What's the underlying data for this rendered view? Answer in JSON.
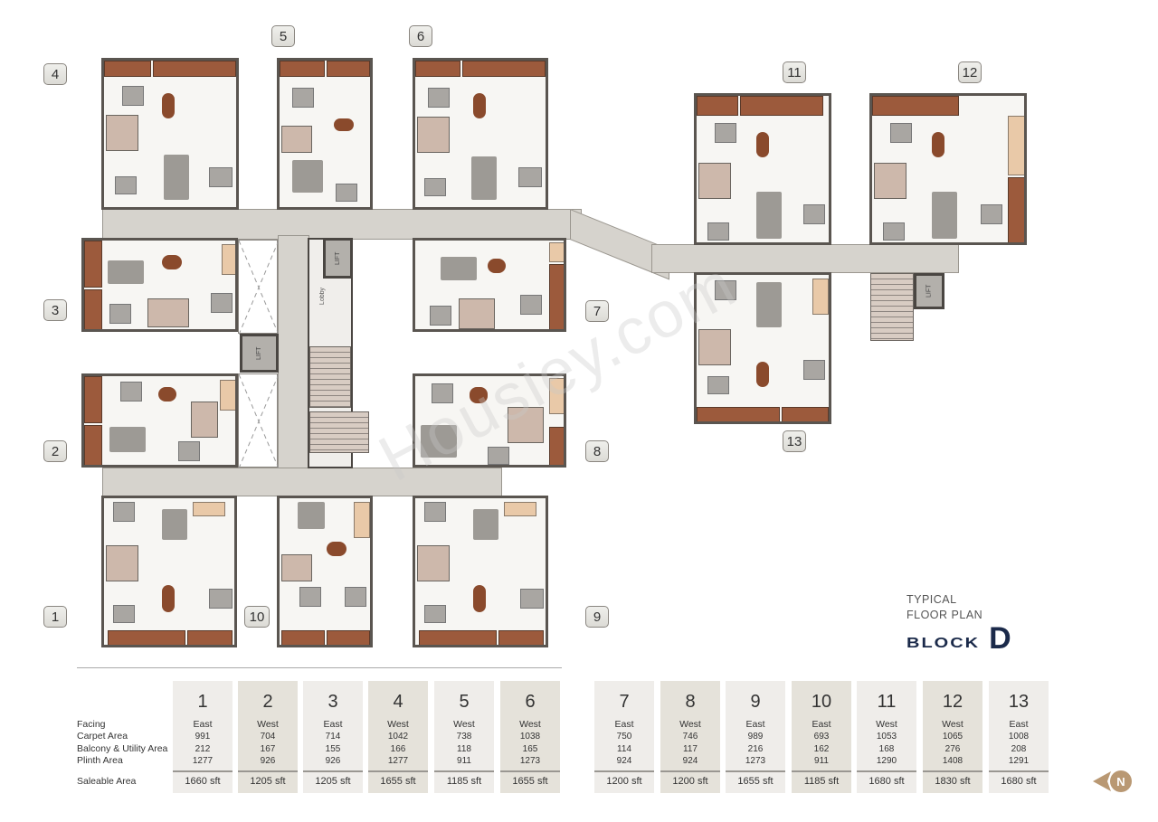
{
  "title": {
    "line1": "TYPICAL",
    "line2": "FLOOR PLAN",
    "block_word": "BLOCK",
    "block_letter": "D"
  },
  "watermark": "Housiey.com",
  "plan": {
    "unit_tags": [
      {
        "id": "1",
        "label": "1"
      },
      {
        "id": "2",
        "label": "2"
      },
      {
        "id": "3",
        "label": "3"
      },
      {
        "id": "4",
        "label": "4"
      },
      {
        "id": "5",
        "label": "5"
      },
      {
        "id": "6",
        "label": "6"
      },
      {
        "id": "7",
        "label": "7"
      },
      {
        "id": "8",
        "label": "8"
      },
      {
        "id": "9",
        "label": "9"
      },
      {
        "id": "10",
        "label": "10"
      },
      {
        "id": "11",
        "label": "11"
      },
      {
        "id": "12",
        "label": "12"
      },
      {
        "id": "13",
        "label": "13"
      }
    ],
    "core_labels": {
      "lift": "LIFT",
      "lobby": "Lobby"
    }
  },
  "table": {
    "row_labels": {
      "facing": "Facing",
      "carpet": "Carpet Area",
      "balcony": "Balcony & Utility Area",
      "plinth": "Plinth Area",
      "saleable": "Saleable Area"
    },
    "units": [
      {
        "unit": "1",
        "facing": "East",
        "carpet": "991",
        "balcony": "212",
        "plinth": "1277",
        "saleable": "1660 sft"
      },
      {
        "unit": "2",
        "facing": "West",
        "carpet": "704",
        "balcony": "167",
        "plinth": "926",
        "saleable": "1205 sft"
      },
      {
        "unit": "3",
        "facing": "East",
        "carpet": "714",
        "balcony": "155",
        "plinth": "926",
        "saleable": "1205 sft"
      },
      {
        "unit": "4",
        "facing": "West",
        "carpet": "1042",
        "balcony": "166",
        "plinth": "1277",
        "saleable": "1655 sft"
      },
      {
        "unit": "5",
        "facing": "West",
        "carpet": "738",
        "balcony": "118",
        "plinth": "911",
        "saleable": "1185 sft"
      },
      {
        "unit": "6",
        "facing": "West",
        "carpet": "1038",
        "balcony": "165",
        "plinth": "1273",
        "saleable": "1655 sft"
      },
      {
        "unit": "7",
        "facing": "East",
        "carpet": "750",
        "balcony": "114",
        "plinth": "924",
        "saleable": "1200 sft"
      },
      {
        "unit": "8",
        "facing": "West",
        "carpet": "746",
        "balcony": "117",
        "plinth": "924",
        "saleable": "1200 sft"
      },
      {
        "unit": "9",
        "facing": "East",
        "carpet": "989",
        "balcony": "216",
        "plinth": "1273",
        "saleable": "1655 sft"
      },
      {
        "unit": "10",
        "facing": "East",
        "carpet": "693",
        "balcony": "162",
        "plinth": "911",
        "saleable": "1185 sft"
      },
      {
        "unit": "11",
        "facing": "West",
        "carpet": "1053",
        "balcony": "168",
        "plinth": "1290",
        "saleable": "1680 sft"
      },
      {
        "unit": "12",
        "facing": "West",
        "carpet": "1065",
        "balcony": "276",
        "plinth": "1408",
        "saleable": "1830 sft"
      },
      {
        "unit": "13",
        "facing": "East",
        "carpet": "1008",
        "balcony": "208",
        "plinth": "1291",
        "saleable": "1680 sft"
      }
    ]
  },
  "compass": {
    "label": "N",
    "color": "#b99873"
  },
  "colors": {
    "title_navy": "#1b2a4a",
    "balcony_brown": "#9c5a3c",
    "corridor": "#d6d3cd"
  }
}
